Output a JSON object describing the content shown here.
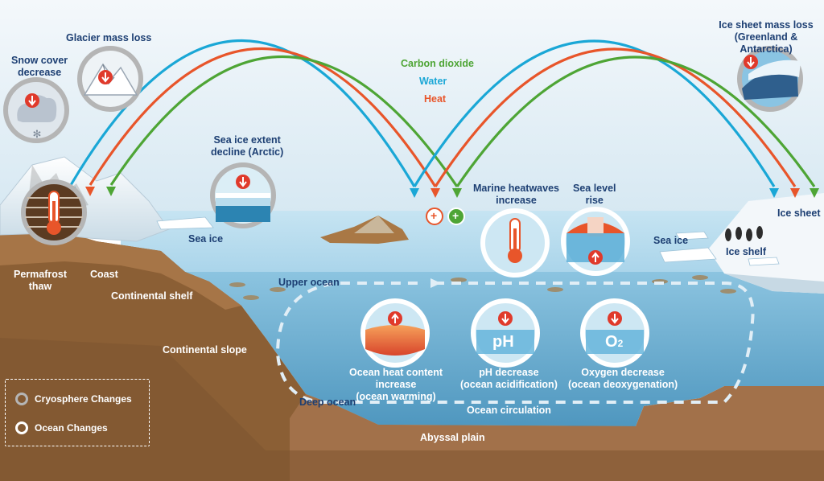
{
  "flows": {
    "carbon": {
      "label": "Carbon dioxide",
      "color": "#4ea535"
    },
    "water": {
      "label": "Water",
      "color": "#1aa7d6"
    },
    "heat": {
      "label": "Heat",
      "color": "#e8552a"
    }
  },
  "labels": {
    "glacier": "Glacier mass loss",
    "snow": "Snow cover\ndecrease",
    "ice_sheet_loss": "Ice sheet mass loss\n(Greenland & Antarctica)",
    "sea_ice_decline": "Sea ice extent\ndecline (Arctic)",
    "marine_heatwaves": "Marine heatwaves\nincrease",
    "sea_level": "Sea level\nrise",
    "ice_sheet": "Ice sheet",
    "ice_shelf": "Ice shelf",
    "sea_ice_left": "Sea ice",
    "sea_ice_right": "Sea ice",
    "permafrost": "Permafrost\nthaw",
    "coast": "Coast",
    "continental_shelf": "Continental shelf",
    "continental_slope": "Continental slope",
    "upper_ocean": "Upper ocean",
    "deep_ocean": "Deep ocean",
    "ocean_circulation": "Ocean circulation",
    "abyssal_plain": "Abyssal plain",
    "ocean_heat": "Ocean heat content\nincrease\n(ocean warming)",
    "ph_decrease": "pH decrease\n(ocean acidification)",
    "oxygen_decrease": "Oxygen decrease\n(ocean deoxygenation)",
    "ph_symbol": "pH",
    "o2_symbol": "O",
    "o2_sub": "2",
    "plus": "+"
  },
  "legend": {
    "cryosphere": "Cryosphere Changes",
    "ocean": "Ocean Changes"
  },
  "colors": {
    "sky": "#dcebf3",
    "ocean_surface": "#b9dced",
    "ocean_deep": "#5ea5c9",
    "land": "#8b6036",
    "ground": "#a0703f",
    "cryo_ring": "#b5b5b5",
    "ocean_ring": "#ffffff",
    "arrow_down": "#e03a2b",
    "arrow_up": "#e03a2b"
  },
  "indicators": {
    "snow_cover": "decrease",
    "glacier_mass": "decrease",
    "ice_sheet_mass": "decrease",
    "sea_ice_extent": "decrease",
    "permafrost_temperature": "increase",
    "marine_heatwaves": "increase",
    "sea_level": "increase",
    "ocean_heat": "increase",
    "ph": "decrease",
    "oxygen": "decrease"
  }
}
